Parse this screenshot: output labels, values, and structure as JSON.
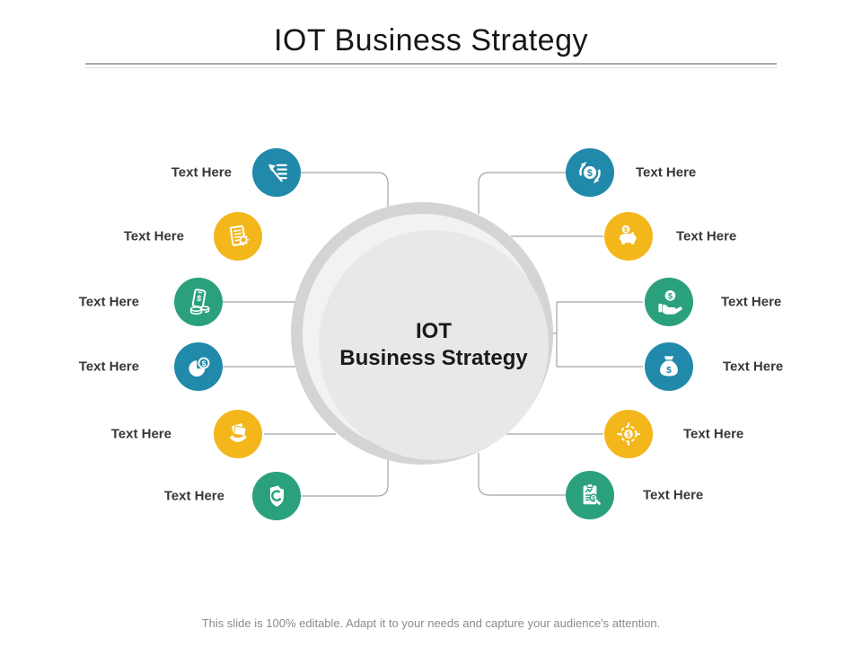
{
  "header": {
    "title": "IOT Business Strategy"
  },
  "diagram": {
    "center": {
      "line1": "IOT",
      "line2": "Business Strategy"
    },
    "items": [
      {
        "id": "left-1",
        "label": "Text Here",
        "icon": "arrow-stack-icon",
        "color": "#2189a9"
      },
      {
        "id": "left-2",
        "label": "Text Here",
        "icon": "document-gear-icon",
        "color": "#f3b71b"
      },
      {
        "id": "left-3",
        "label": "Text Here",
        "icon": "mobile-payment-icon",
        "color": "#2aa17c"
      },
      {
        "id": "left-4",
        "label": "Text Here",
        "icon": "pie-chart-dollar-icon",
        "color": "#2189a9"
      },
      {
        "id": "left-5",
        "label": "Text Here",
        "icon": "hand-documents-icon",
        "color": "#f3b71b"
      },
      {
        "id": "left-6",
        "label": "Text Here",
        "icon": "shield-badge-icon",
        "color": "#2aa17c"
      },
      {
        "id": "right-1",
        "label": "Text Here",
        "icon": "money-cycle-icon",
        "color": "#2189a9"
      },
      {
        "id": "right-2",
        "label": "Text Here",
        "icon": "piggy-bank-icon",
        "color": "#f3b71b"
      },
      {
        "id": "right-3",
        "label": "Text Here",
        "icon": "hand-dollar-icon",
        "color": "#2aa17c"
      },
      {
        "id": "right-4",
        "label": "Text Here",
        "icon": "money-bag-icon",
        "color": "#2189a9"
      },
      {
        "id": "right-5",
        "label": "Text Here",
        "icon": "dollar-target-icon",
        "color": "#f3b71b"
      },
      {
        "id": "right-6",
        "label": "Text Here",
        "icon": "clipboard-analysis-icon",
        "color": "#2aa17c"
      }
    ]
  },
  "footer": {
    "text": "This slide is 100% editable. Adapt it to your needs and capture your audience's attention."
  },
  "colors": {
    "teal_blue": "#2189a9",
    "amber": "#f3b71b",
    "green": "#2aa17c",
    "circle_outer": "#d4d4d4",
    "circle_inner": "#e9e8e6",
    "connector": "#a3a3a3",
    "divider": "#a9a9a9",
    "footer_text": "#8b8b8b"
  }
}
